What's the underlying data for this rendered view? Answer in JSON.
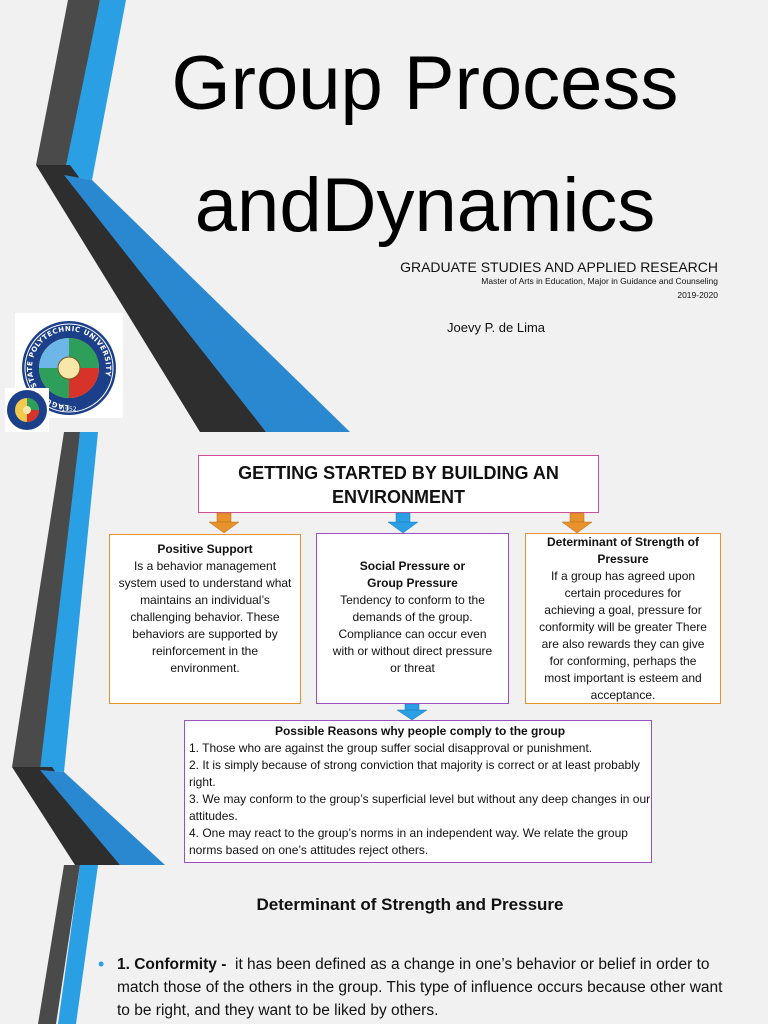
{
  "slide1": {
    "title_line1": "Group Process",
    "title_line2": "andDynamics",
    "org_main": "GRADUATE STUDIES AND APPLIED RESEARCH",
    "org_degree": "Master of Arts in Education, Major in Guidance and Counseling",
    "org_year": "2019-2020",
    "presenter": "Joevy P. de Lima",
    "logo_name": "LAGUNA STATE POLYTECHNIC UNIVERSITY",
    "logo_year": "1952"
  },
  "slide2": {
    "header": "GETTING STARTED BY BUILDING AN ENVIRONMENT",
    "positive": {
      "title": "Positive Support",
      "body": "Is a behavior management system used to understand what maintains an individual’s challenging behavior. These behaviors are supported by reinforcement in the environment."
    },
    "social": {
      "title": "Social Pressure or Group Pressure",
      "body": "Tendency to conform to the demands of the group. Compliance can occur even with or without direct pressure or threat"
    },
    "determinant": {
      "title": "Determinant of Strength of Pressure",
      "body": "If a  group has agreed upon certain  procedures for achieving a goal, pressure for conformity will be greater There are also rewards they can give for conforming, perhaps  the most important is esteem and acceptance."
    },
    "reasons": {
      "title": "Possible Reasons why people comply to the group",
      "items": [
        "1.  Those who are against the group suffer social disapproval or punishment.",
        "2. It is simply because of strong conviction that  majority is correct or at least probably right.",
        "3. We may conform to the group’s superficial level but without any deep changes in our attitudes.",
        "4. One may react to the group’s norms in an independent way. We  relate the group norms based on one’s attitudes reject others."
      ]
    },
    "colors": {
      "orange_arrow": "#e8922e",
      "blue_arrow": "#2a9fe3",
      "pink_border": "#d44c9b",
      "purple_border": "#9a4fc4"
    }
  },
  "slide3": {
    "heading": "Determinant of Strength and Pressure",
    "bullet_term": "1. Conformity",
    "bullet_sep": " - ",
    "bullet_text": " it has been defined as a change in one’s behavior or belief in order to match those of the others in the group. This type of influence occurs because other want to be right, and they want to be liked by others."
  },
  "deco_colors": {
    "dark_gray": "#3d3d3d",
    "blue": "#2a9fe3",
    "black": "#1a1a1a",
    "bg": "#f1f1f1"
  }
}
